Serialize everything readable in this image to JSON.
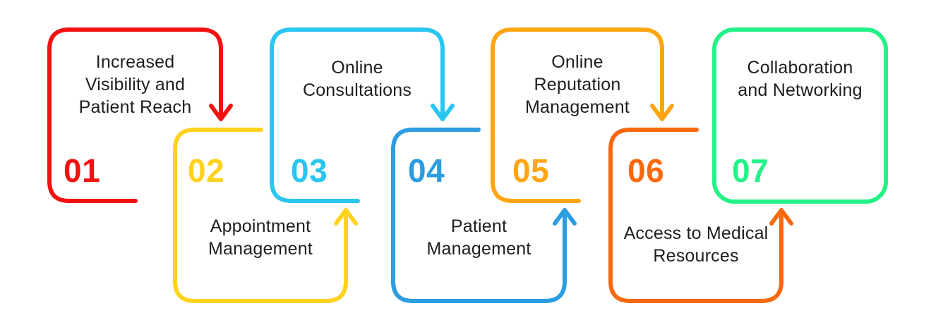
{
  "diagram": {
    "background_color": "#ffffff",
    "text_color": "#1e1e1e",
    "steps": [
      {
        "number": "01",
        "label": "Increased\nVisibility and\nPatient Reach",
        "color": "#f21111",
        "position": "top",
        "arrow": "down"
      },
      {
        "number": "02",
        "label": "Appointment\nManagement",
        "color": "#ffd21e",
        "position": "bottom",
        "arrow": "up"
      },
      {
        "number": "03",
        "label": "Online\nConsultations",
        "color": "#29c6f0",
        "position": "top",
        "arrow": "down"
      },
      {
        "number": "04",
        "label": "Patient\nManagement",
        "color": "#2b9de0",
        "position": "bottom",
        "arrow": "up"
      },
      {
        "number": "05",
        "label": "Online\nReputation\nManagement",
        "color": "#ffa512",
        "position": "top",
        "arrow": "down"
      },
      {
        "number": "06",
        "label": "Access to Medical\nResources",
        "color": "#f8690f",
        "position": "bottom",
        "arrow": "up"
      },
      {
        "number": "07",
        "label": "Collaboration\nand Networking",
        "color": "#24f287",
        "position": "top",
        "arrow": "none"
      }
    ]
  }
}
